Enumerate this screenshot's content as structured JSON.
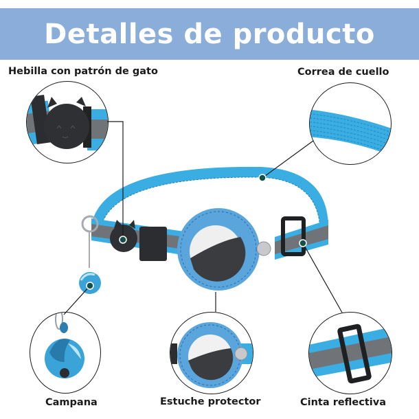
{
  "header": {
    "title": "Detalles de producto",
    "background_color": "#8aadda",
    "text_color": "#ffffff"
  },
  "callouts": [
    {
      "id": "cat-buckle",
      "label": "Hebilla con patrón de gato"
    },
    {
      "id": "neck-strap",
      "label": "Correa de cuello"
    },
    {
      "id": "bell",
      "label": "Campana"
    },
    {
      "id": "protective-case",
      "label": "Estuche protector"
    },
    {
      "id": "reflective-tape",
      "label": "Cinta reflectiva"
    }
  ],
  "colors": {
    "strap_blue": "#3aaee3",
    "case_blue": "#5aa6dc",
    "reflective_gray": "#707478",
    "buckle_black": "#2b2d30",
    "marker_teal": "#14514d"
  }
}
